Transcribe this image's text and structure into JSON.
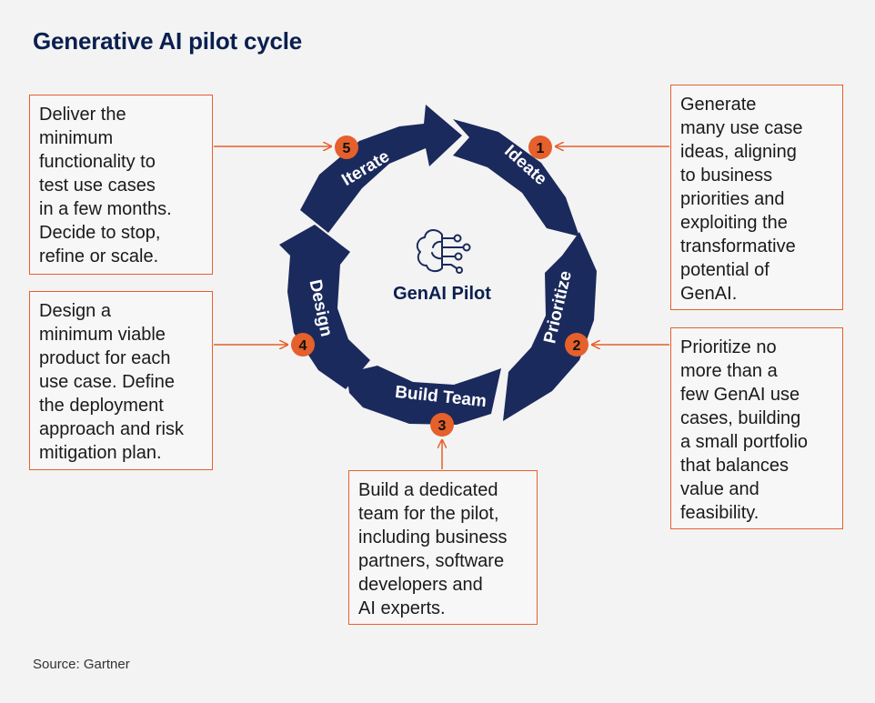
{
  "title": "Generative AI pilot cycle",
  "center_label": "GenAI Pilot",
  "center_icon": "brain-circuit-icon",
  "stages": [
    {
      "number": "1",
      "name": "Ideate",
      "description": "Generate\nmany use case\nideas, aligning\nto business\npriorities and\nexploiting the\ntransformative\npotential of\nGenAI."
    },
    {
      "number": "2",
      "name": "Prioritize",
      "description": "Prioritize no\nmore than a\nfew GenAI use\ncases, building\na small portfolio\nthat balances\nvalue and\nfeasibility."
    },
    {
      "number": "3",
      "name": "Build Team",
      "description": "Build a dedicated\nteam for the pilot,\nincluding business\npartners, software\ndevelopers and\nAI experts."
    },
    {
      "number": "4",
      "name": "Design",
      "description": "Design a\nminimum viable\nproduct for each\nuse case. Define\nthe deployment\napproach and risk\nmitigation plan."
    },
    {
      "number": "5",
      "name": "Iterate",
      "description": "Deliver the\nminimum\nfunctionality to\ntest use cases\nin a few months.\nDecide to stop,\nrefine or scale."
    }
  ],
  "source": "Source: Gartner",
  "colors": {
    "ring": "#1b2a5c",
    "accent": "#e5602b",
    "title": "#0b1f4f"
  }
}
